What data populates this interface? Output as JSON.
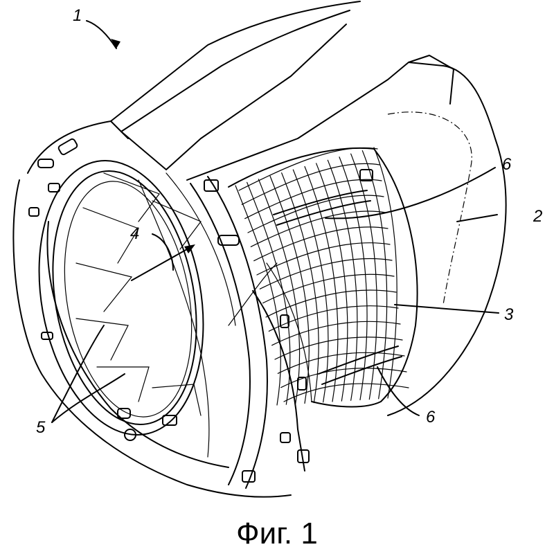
{
  "labels": {
    "ref_1": "1",
    "ref_2": "2",
    "ref_3": "3",
    "ref_4": "4",
    "ref_5": "5",
    "ref_6_top": "6",
    "ref_6_bottom": "6"
  },
  "caption": "Фиг. 1"
}
